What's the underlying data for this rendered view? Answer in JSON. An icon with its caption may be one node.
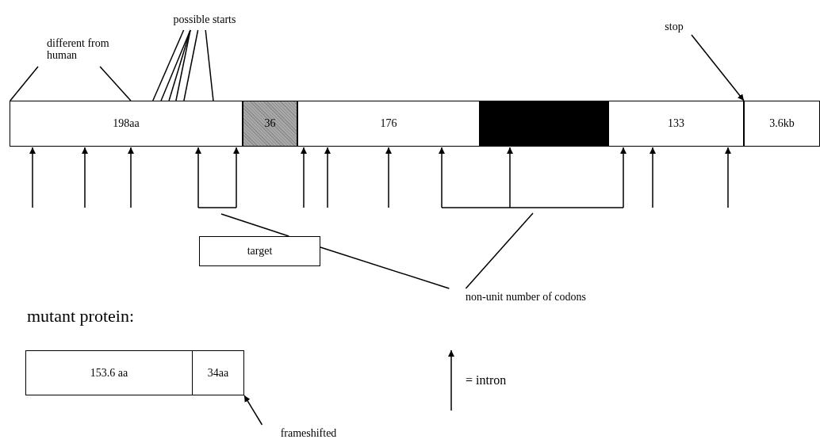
{
  "diagram": {
    "nodes": [
      {
        "text": [
          "198aa"
        ]
      },
      {
        "text": [
          "36"
        ]
      },
      {
        "text": [
          "176"
        ]
      },
      {
        "text": [],
        "shape": "box"
      },
      {
        "text": [
          "133"
        ]
      },
      {
        "text": [
          "3.6kb"
        ]
      },
      {
        "text": [
          "different from human"
        ]
      },
      {
        "text": [
          "possible starts"
        ]
      },
      {
        "text": [
          "stop"
        ]
      },
      {
        "text": [
          "target"
        ]
      },
      {
        "text": [
          "non-unit number of codons"
        ]
      },
      {
        "text": [
          "153.6 aa"
        ]
      },
      {
        "text": [
          "34aa"
        ]
      },
      {
        "text": [
          "frameshifted"
        ]
      }
    ],
    "edges": [
      {
        "from": 6,
        "to": 0,
        "arrow": "none"
      },
      {
        "from": 6,
        "to": 0,
        "arrow": "none"
      },
      {
        "from": 7,
        "to": 0,
        "arrow": "none"
      },
      {
        "from": 7,
        "to": 0,
        "arrow": "none"
      },
      {
        "from": 7,
        "to": 0,
        "arrow": "none"
      },
      {
        "from": 7,
        "to": 0,
        "arrow": "none"
      },
      {
        "from": 7,
        "to": 0,
        "arrow": "none"
      },
      {
        "from": 7,
        "to": 0,
        "arrow": "none"
      },
      {
        "from": 8,
        "to": 4,
        "arrow": "to"
      },
      {
        "from": null,
        "to": 0,
        "arrow": "to"
      },
      {
        "from": null,
        "to": 0,
        "arrow": "to"
      },
      {
        "from": null,
        "to": 0,
        "arrow": "to"
      },
      {
        "from": null,
        "to": 0,
        "arrow": "to"
      },
      {
        "from": null,
        "to": 0,
        "arrow": "to"
      },
      {
        "from": null,
        "to": 2,
        "arrow": "to"
      },
      {
        "from": null,
        "to": 2,
        "arrow": "to"
      },
      {
        "from": null,
        "to": 2,
        "arrow": "to"
      },
      {
        "from": null,
        "to": 2,
        "arrow": "to"
      },
      {
        "from": null,
        "to": 3,
        "arrow": "to"
      },
      {
        "from": null,
        "to": 4,
        "arrow": "to"
      },
      {
        "from": null,
        "to": 4,
        "arrow": "to"
      },
      {
        "from": null,
        "to": 4,
        "arrow": "to"
      },
      {
        "from": 9,
        "to": null,
        "arrow": "none"
      },
      {
        "from": 10,
        "to": 9,
        "arrow": "none"
      },
      {
        "from": 10,
        "to": null,
        "arrow": "none"
      },
      {
        "from": 13,
        "to": 12,
        "arrow": "to"
      }
    ],
    "labels": [
      "mutant protein:"
    ],
    "legend": [
      {
        "text": "= intron"
      }
    ]
  }
}
